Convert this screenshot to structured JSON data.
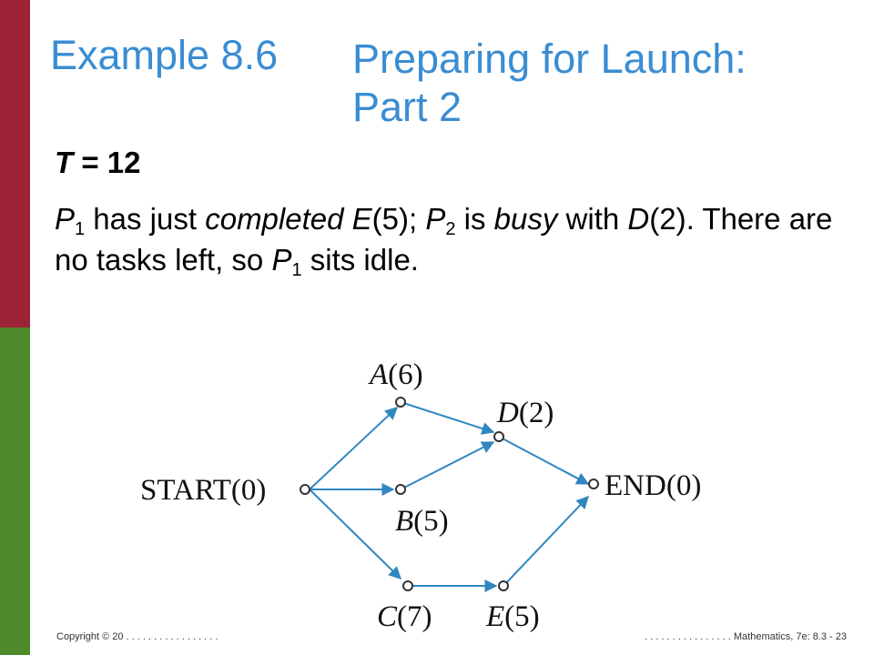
{
  "title": {
    "example": "Example 8.6",
    "heading_line1": "Preparing for Launch:",
    "heading_line2": "Part 2"
  },
  "time": {
    "variable": "T",
    "equals": " = ",
    "value": "12"
  },
  "description": {
    "p1_letter": "P",
    "p1_sub": "1",
    "seg1": " has just ",
    "seg1_em": "completed",
    "seg2": " ",
    "task_e_name": "E",
    "task_e_dur": "(5); ",
    "p2_letter": "P",
    "p2_sub": "2",
    "seg3": " is ",
    "seg3_em": "busy",
    "seg4": " with ",
    "task_d_name": "D",
    "task_d_dur": "(2). There are no tasks left, so ",
    "p1b_letter": "P",
    "p1b_sub": "1",
    "seg5": " sits idle."
  },
  "diagram": {
    "nodes": {
      "start": {
        "name": "START",
        "duration": "(0)"
      },
      "a": {
        "name": "A",
        "duration": "(6)"
      },
      "b": {
        "name": "B",
        "duration": "(5)"
      },
      "c": {
        "name": "C",
        "duration": "(7)"
      },
      "d": {
        "name": "D",
        "duration": "(2)"
      },
      "e": {
        "name": "E",
        "duration": "(5)"
      },
      "end": {
        "name": "END",
        "duration": "(0)"
      }
    },
    "edges": [
      [
        "START",
        "A"
      ],
      [
        "START",
        "B"
      ],
      [
        "START",
        "C"
      ],
      [
        "A",
        "D"
      ],
      [
        "B",
        "D"
      ],
      [
        "C",
        "E"
      ],
      [
        "D",
        "END"
      ],
      [
        "E",
        "END"
      ]
    ],
    "edge_color": "#2f87c0"
  },
  "footer": {
    "left": "Copyright © 20 . . . . . . . . . . . . . . . . .",
    "right": ". . . . . . . . . . . . . . . . Mathematics, 7e: 8.3 - 23"
  }
}
